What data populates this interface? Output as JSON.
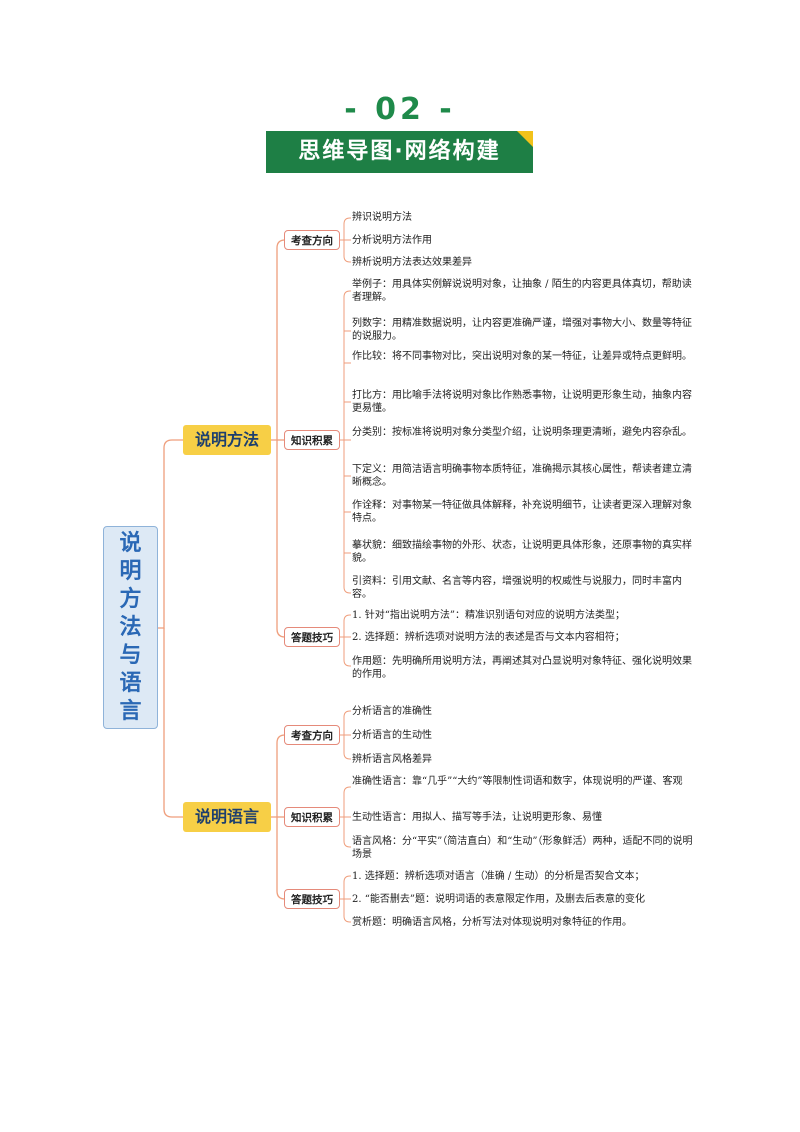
{
  "header": {
    "section_number": "- 02 -",
    "banner_title": "思维导图·网络构建"
  },
  "root": {
    "label": "说明方法与语言"
  },
  "branches": [
    {
      "label": "说明方法",
      "groups": [
        {
          "label": "考查方向",
          "items": [
            "辨识说明方法",
            "分析说明方法作用",
            "辨析说明方法表达效果差异"
          ]
        },
        {
          "label": "知识积累",
          "items": [
            "举例子：用具体实例解说说明对象，让抽象 / 陌生的内容更具体真切，帮助读者理解。",
            "列数字：用精准数据说明，让内容更准确严谨，增强对事物大小、数量等特征的说服力。",
            "作比较：将不同事物对比，突出说明对象的某一特征，让差异或特点更鲜明。",
            "打比方：用比喻手法将说明对象比作熟悉事物，让说明更形象生动，抽象内容更易懂。",
            "分类别：按标准将说明对象分类型介绍，让说明条理更清晰，避免内容杂乱。",
            "下定义：用简洁语言明确事物本质特征，准确揭示其核心属性，帮读者建立清晰概念。",
            "作诠释：对事物某一特征做具体解释，补充说明细节，让读者更深入理解对象特点。",
            "摹状貌：细致描绘事物的外形、状态，让说明更具体形象，还原事物的真实样貌。",
            "引资料：引用文献、名言等内容，增强说明的权威性与说服力，同时丰富内容。"
          ]
        },
        {
          "label": "答题技巧",
          "items": [
            "1. 针对“指出说明方法”：精准识别语句对应的说明方法类型；",
            "2. 选择题：辨析选项对说明方法的表述是否与文本内容相符；",
            "作用题：先明确所用说明方法，再阐述其对凸显说明对象特征、强化说明效果的作用。"
          ]
        }
      ]
    },
    {
      "label": "说明语言",
      "groups": [
        {
          "label": "考查方向",
          "items": [
            "分析语言的准确性",
            "分析语言的生动性",
            "辨析语言风格差异"
          ]
        },
        {
          "label": "知识积累",
          "items": [
            "准确性语言：靠“几乎”“大约”等限制性词语和数字，体现说明的严谨、客观",
            "生动性语言：用拟人、描写等手法，让说明更形象、易懂",
            "语言风格：分“平实”（简洁直白）和“生动”（形象鲜活）两种，适配不同的说明场景"
          ]
        },
        {
          "label": "答题技巧",
          "items": [
            "1. 选择题：辨析选项对语言（准确 / 生动）的分析是否契合文本；",
            "2. “能否删去”题：说明词语的表意限定作用，及删去后表意的变化",
            "赏析题：明确语言风格，分析写法对体现说明对象特征的作用。"
          ]
        }
      ]
    }
  ]
}
